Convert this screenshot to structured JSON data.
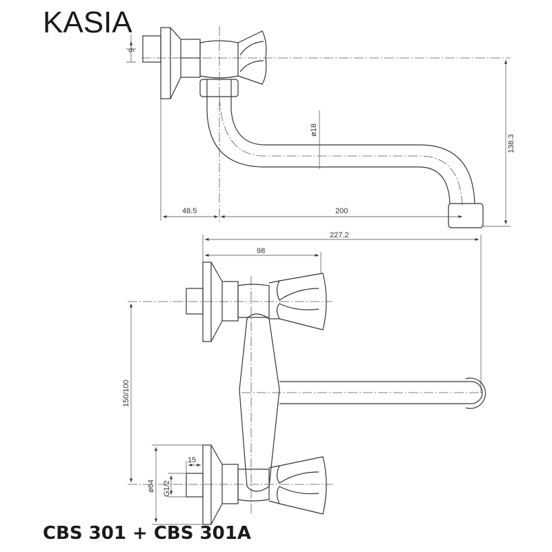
{
  "brand": "KASIA",
  "model": "CBS 301 + CBS 301A",
  "side_view": {
    "dim_thread_offset": "9",
    "dim_pipe_diameter": "ø18",
    "dim_wall_to_axis": "48.5",
    "dim_spout_reach": "200",
    "dim_height": "138.3"
  },
  "top_view": {
    "dim_total_length": "227.2",
    "dim_body_depth": "98",
    "dim_spacing": "150/100",
    "dim_flange_diameter": "ø64",
    "dim_thread": "G1/2",
    "dim_stub_length": "15"
  }
}
